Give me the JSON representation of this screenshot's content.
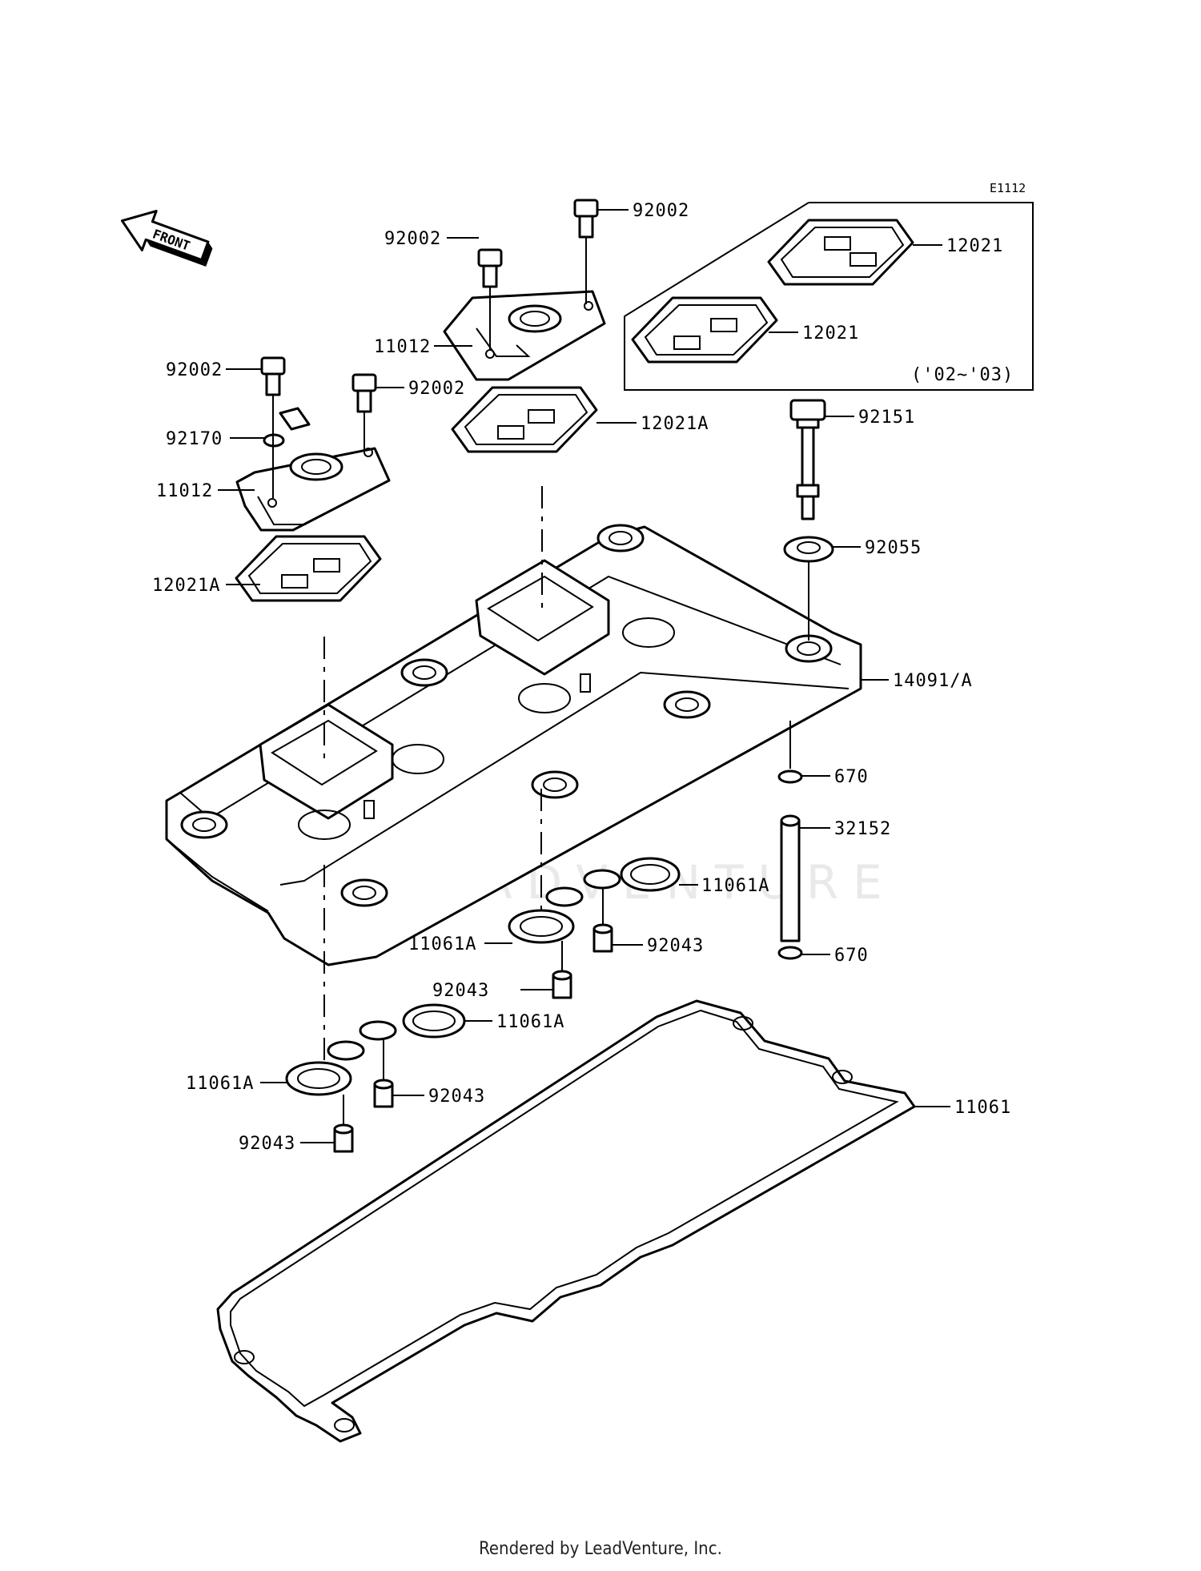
{
  "diagram_code": "E1112",
  "front_label": "FRONT",
  "watermark": "LEADVENTURE",
  "footer": "Rendered by LeadVenture, Inc.",
  "inset_note": "('02~'03)",
  "labels": [
    {
      "id": "bolt-top-right",
      "text": "92002"
    },
    {
      "id": "bolt-top-mid",
      "text": "92002"
    },
    {
      "id": "bolt-left",
      "text": "92002"
    },
    {
      "id": "bolt-left-right",
      "text": "92002"
    },
    {
      "id": "cover-right",
      "text": "11012"
    },
    {
      "id": "cover-left",
      "text": "11012"
    },
    {
      "id": "clamp",
      "text": "92170"
    },
    {
      "id": "inset-gasket-upper",
      "text": "12021"
    },
    {
      "id": "inset-gasket-lower",
      "text": "12021"
    },
    {
      "id": "gasket-right",
      "text": "12021A"
    },
    {
      "id": "gasket-left",
      "text": "12021A"
    },
    {
      "id": "bolt-long",
      "text": "92151"
    },
    {
      "id": "grommet",
      "text": "92055"
    },
    {
      "id": "head-cover",
      "text": "14091/A"
    },
    {
      "id": "oring-upper",
      "text": "670"
    },
    {
      "id": "pipe",
      "text": "32152"
    },
    {
      "id": "oring-lower",
      "text": "670"
    },
    {
      "id": "plug-gasket-right-up",
      "text": "11061A"
    },
    {
      "id": "plug-gasket-right-low",
      "text": "11061A"
    },
    {
      "id": "dowel-right-a",
      "text": "92043"
    },
    {
      "id": "dowel-right-b",
      "text": "92043"
    },
    {
      "id": "plug-gasket-left-up",
      "text": "11061A"
    },
    {
      "id": "plug-gasket-left-low",
      "text": "11061A"
    },
    {
      "id": "dowel-left-a",
      "text": "92043"
    },
    {
      "id": "dowel-left-b",
      "text": "92043"
    },
    {
      "id": "head-gasket",
      "text": "11061"
    }
  ]
}
